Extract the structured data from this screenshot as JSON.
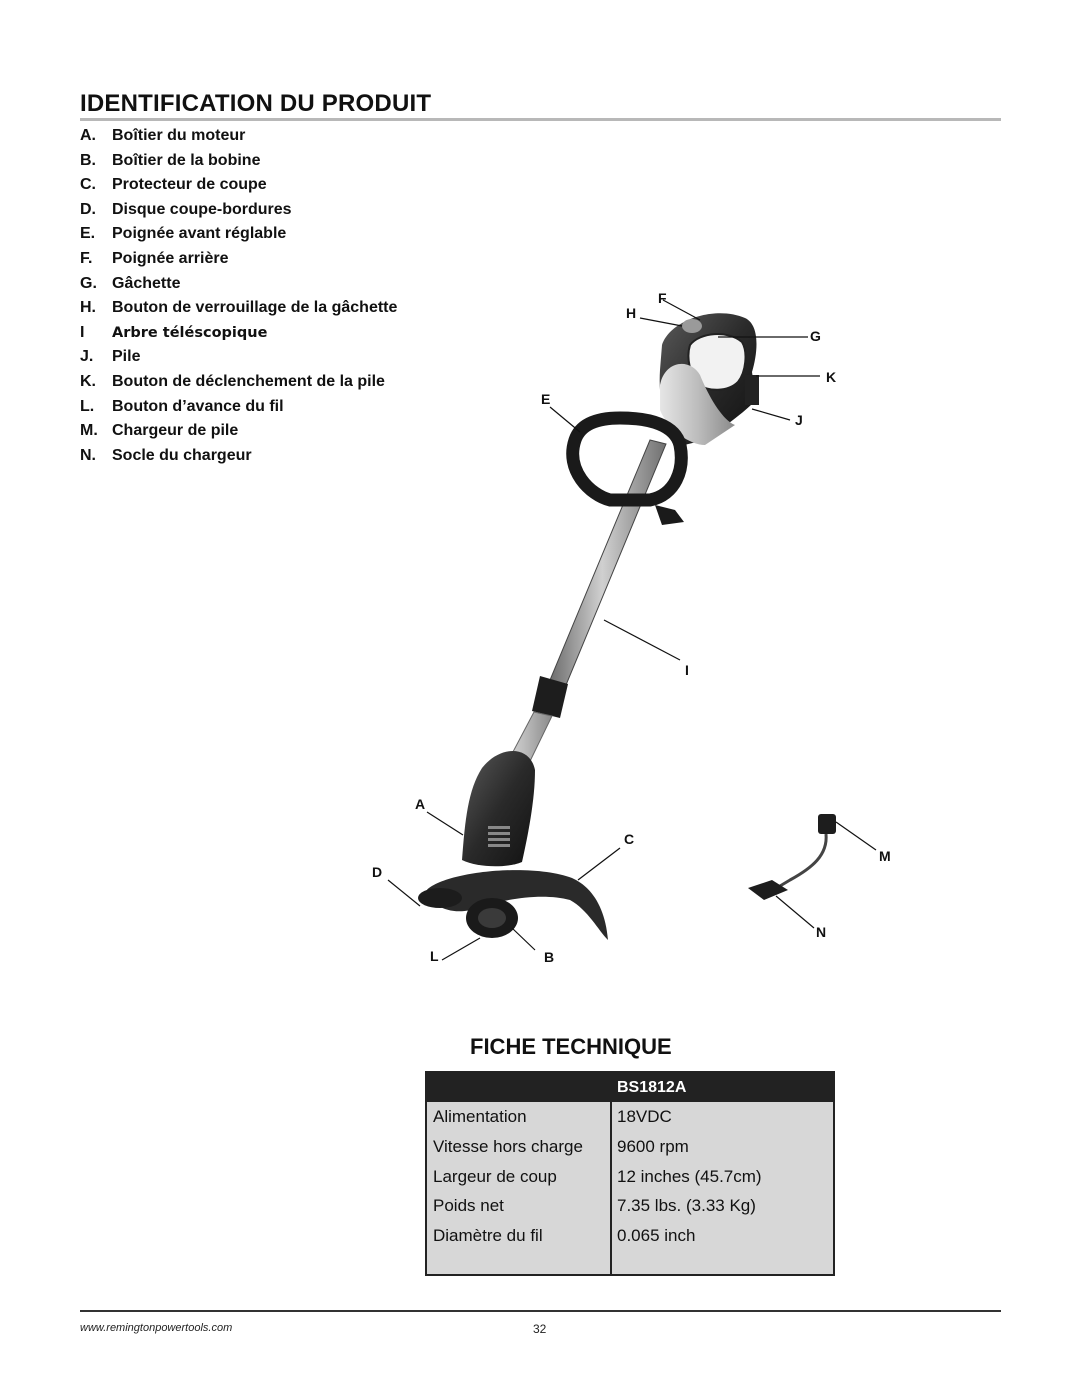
{
  "section_title": "IDENTIFICATION DU PRODUIT",
  "parts": [
    {
      "letter": "A.",
      "text": "Boîtier du moteur"
    },
    {
      "letter": "B.",
      "text": "Boîtier de la bobine"
    },
    {
      "letter": "C.",
      "text": "Protecteur de coupe"
    },
    {
      "letter": "D.",
      "text": "Disque coupe-bordures"
    },
    {
      "letter": "E.",
      "text": "Poignée avant réglable"
    },
    {
      "letter": "F.",
      "text": "Poignée arrière"
    },
    {
      "letter": "G.",
      "text": "Gâchette"
    },
    {
      "letter": "H.",
      "text": "Bouton de verrouillage de la gâchette"
    },
    {
      "letter": "I",
      "text": "Arbre téléscopique"
    },
    {
      "letter": "J.",
      "text": "Pile"
    },
    {
      "letter": "K.",
      "text": "Bouton de déclenchement de la pile"
    },
    {
      "letter": "L.",
      "text": "Bouton d’avance du fil"
    },
    {
      "letter": "M.",
      "text": "Chargeur de pile"
    },
    {
      "letter": "N.",
      "text": "Socle du chargeur"
    }
  ],
  "callouts": {
    "a": "A",
    "b": "B",
    "c": "C",
    "d": "D",
    "e": "E",
    "f": "F",
    "g": "G",
    "h": "H",
    "i": "I",
    "j": "J",
    "k": "K",
    "l": "L",
    "m": "M",
    "n": "N"
  },
  "specs": {
    "title": "FICHE TECHNIQUE",
    "model": "BS1812A",
    "rows": [
      {
        "label": "Alimentation",
        "value": "18VDC"
      },
      {
        "label": "Vitesse hors charge",
        "value": "9600 rpm"
      },
      {
        "label": "Largeur de coup",
        "value": "12 inches (45.7cm)"
      },
      {
        "label": "Poids net",
        "value": "7.35 lbs. (3.33 Kg)"
      },
      {
        "label": "Diamètre du fil",
        "value": "0.065 inch"
      }
    ]
  },
  "footer": {
    "url": "www.remingtonpowertools.com",
    "page": "32"
  }
}
